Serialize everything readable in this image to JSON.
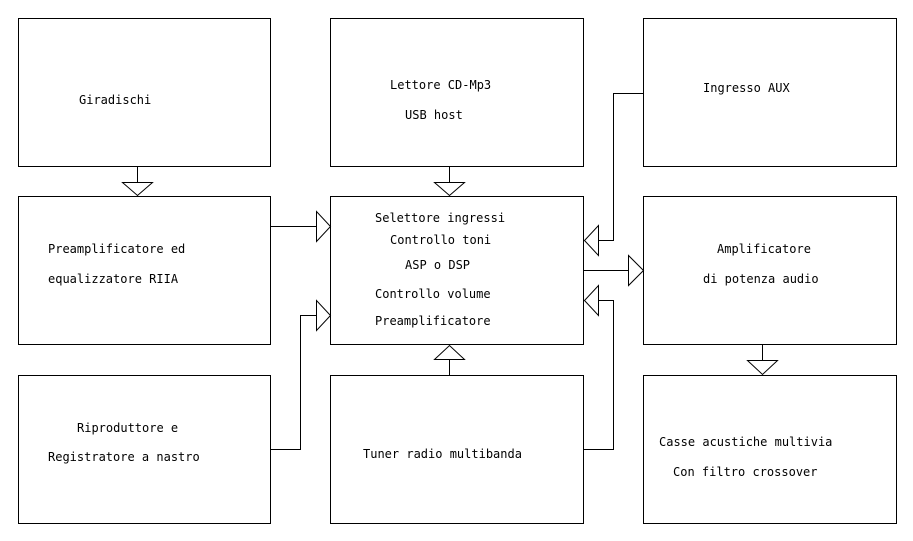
{
  "blocks": {
    "giradischi": {
      "lines": [
        "Giradischi"
      ]
    },
    "lettore": {
      "lines": [
        "Lettore CD-Mp3",
        "USB host"
      ]
    },
    "aux": {
      "lines": [
        "Ingresso AUX"
      ]
    },
    "preamp_riia": {
      "lines": [
        "Preamplificatore ed",
        "equalizzatore RIIA"
      ]
    },
    "selettore": {
      "lines": [
        "Selettore ingressi",
        "Controllo toni",
        "ASP o DSP",
        "Controllo volume",
        "Preamplificatore"
      ]
    },
    "amplificatore": {
      "lines": [
        "Amplificatore",
        "di potenza audio"
      ]
    },
    "registratore": {
      "lines": [
        "Riproduttore e",
        "Registratore a nastro"
      ]
    },
    "tuner": {
      "lines": [
        "Tuner radio multibanda"
      ]
    },
    "casse": {
      "lines": [
        "Casse acustiche multivia",
        "Con filtro crossover"
      ]
    }
  }
}
